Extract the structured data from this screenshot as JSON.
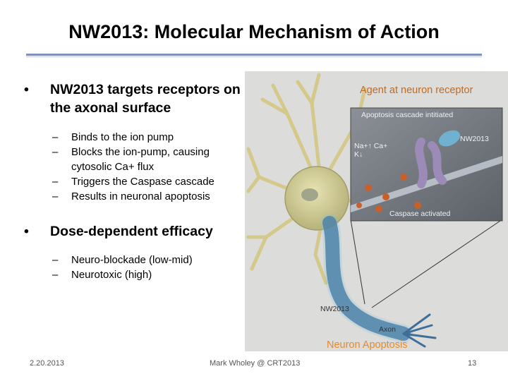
{
  "slide": {
    "title": "NW2013: Molecular Mechanism of Action",
    "bullets": [
      {
        "text": "NW2013 targets receptors on the axonal surface",
        "subbullets": [
          "Binds to the ion pump",
          "Blocks the ion-pump, causing cytosolic Ca+ flux",
          "Triggers the Caspase cascade",
          "Results in neuronal apoptosis"
        ]
      },
      {
        "text": "Dose-dependent efficacy",
        "subbullets": [
          "Neuro-blockade (low-mid)",
          "Neurotoxic (high)"
        ]
      }
    ]
  },
  "figure": {
    "top_caption": "Agent at neuron receptor",
    "bottom_caption": "Neuron Apoptosis",
    "inset": {
      "header": "Apoptosis cascade intitiated",
      "ions": "Na+↑ Ca+ K↓",
      "drug_label": "NW2013",
      "enzyme_label": "Caspase activated"
    },
    "axon_drug_label": "NW2013",
    "axon_label": "Axon"
  },
  "footer": {
    "date": "2.20.2013",
    "presenter": "Mark Wholey @ CRT2013",
    "page": "13"
  },
  "colors": {
    "title_rule": "#7f8fbf",
    "top_caption": "#c26a1f",
    "bottom_caption": "#e58a2c",
    "axon": "#3d6f9a",
    "cell_body": "#c9c48a"
  }
}
